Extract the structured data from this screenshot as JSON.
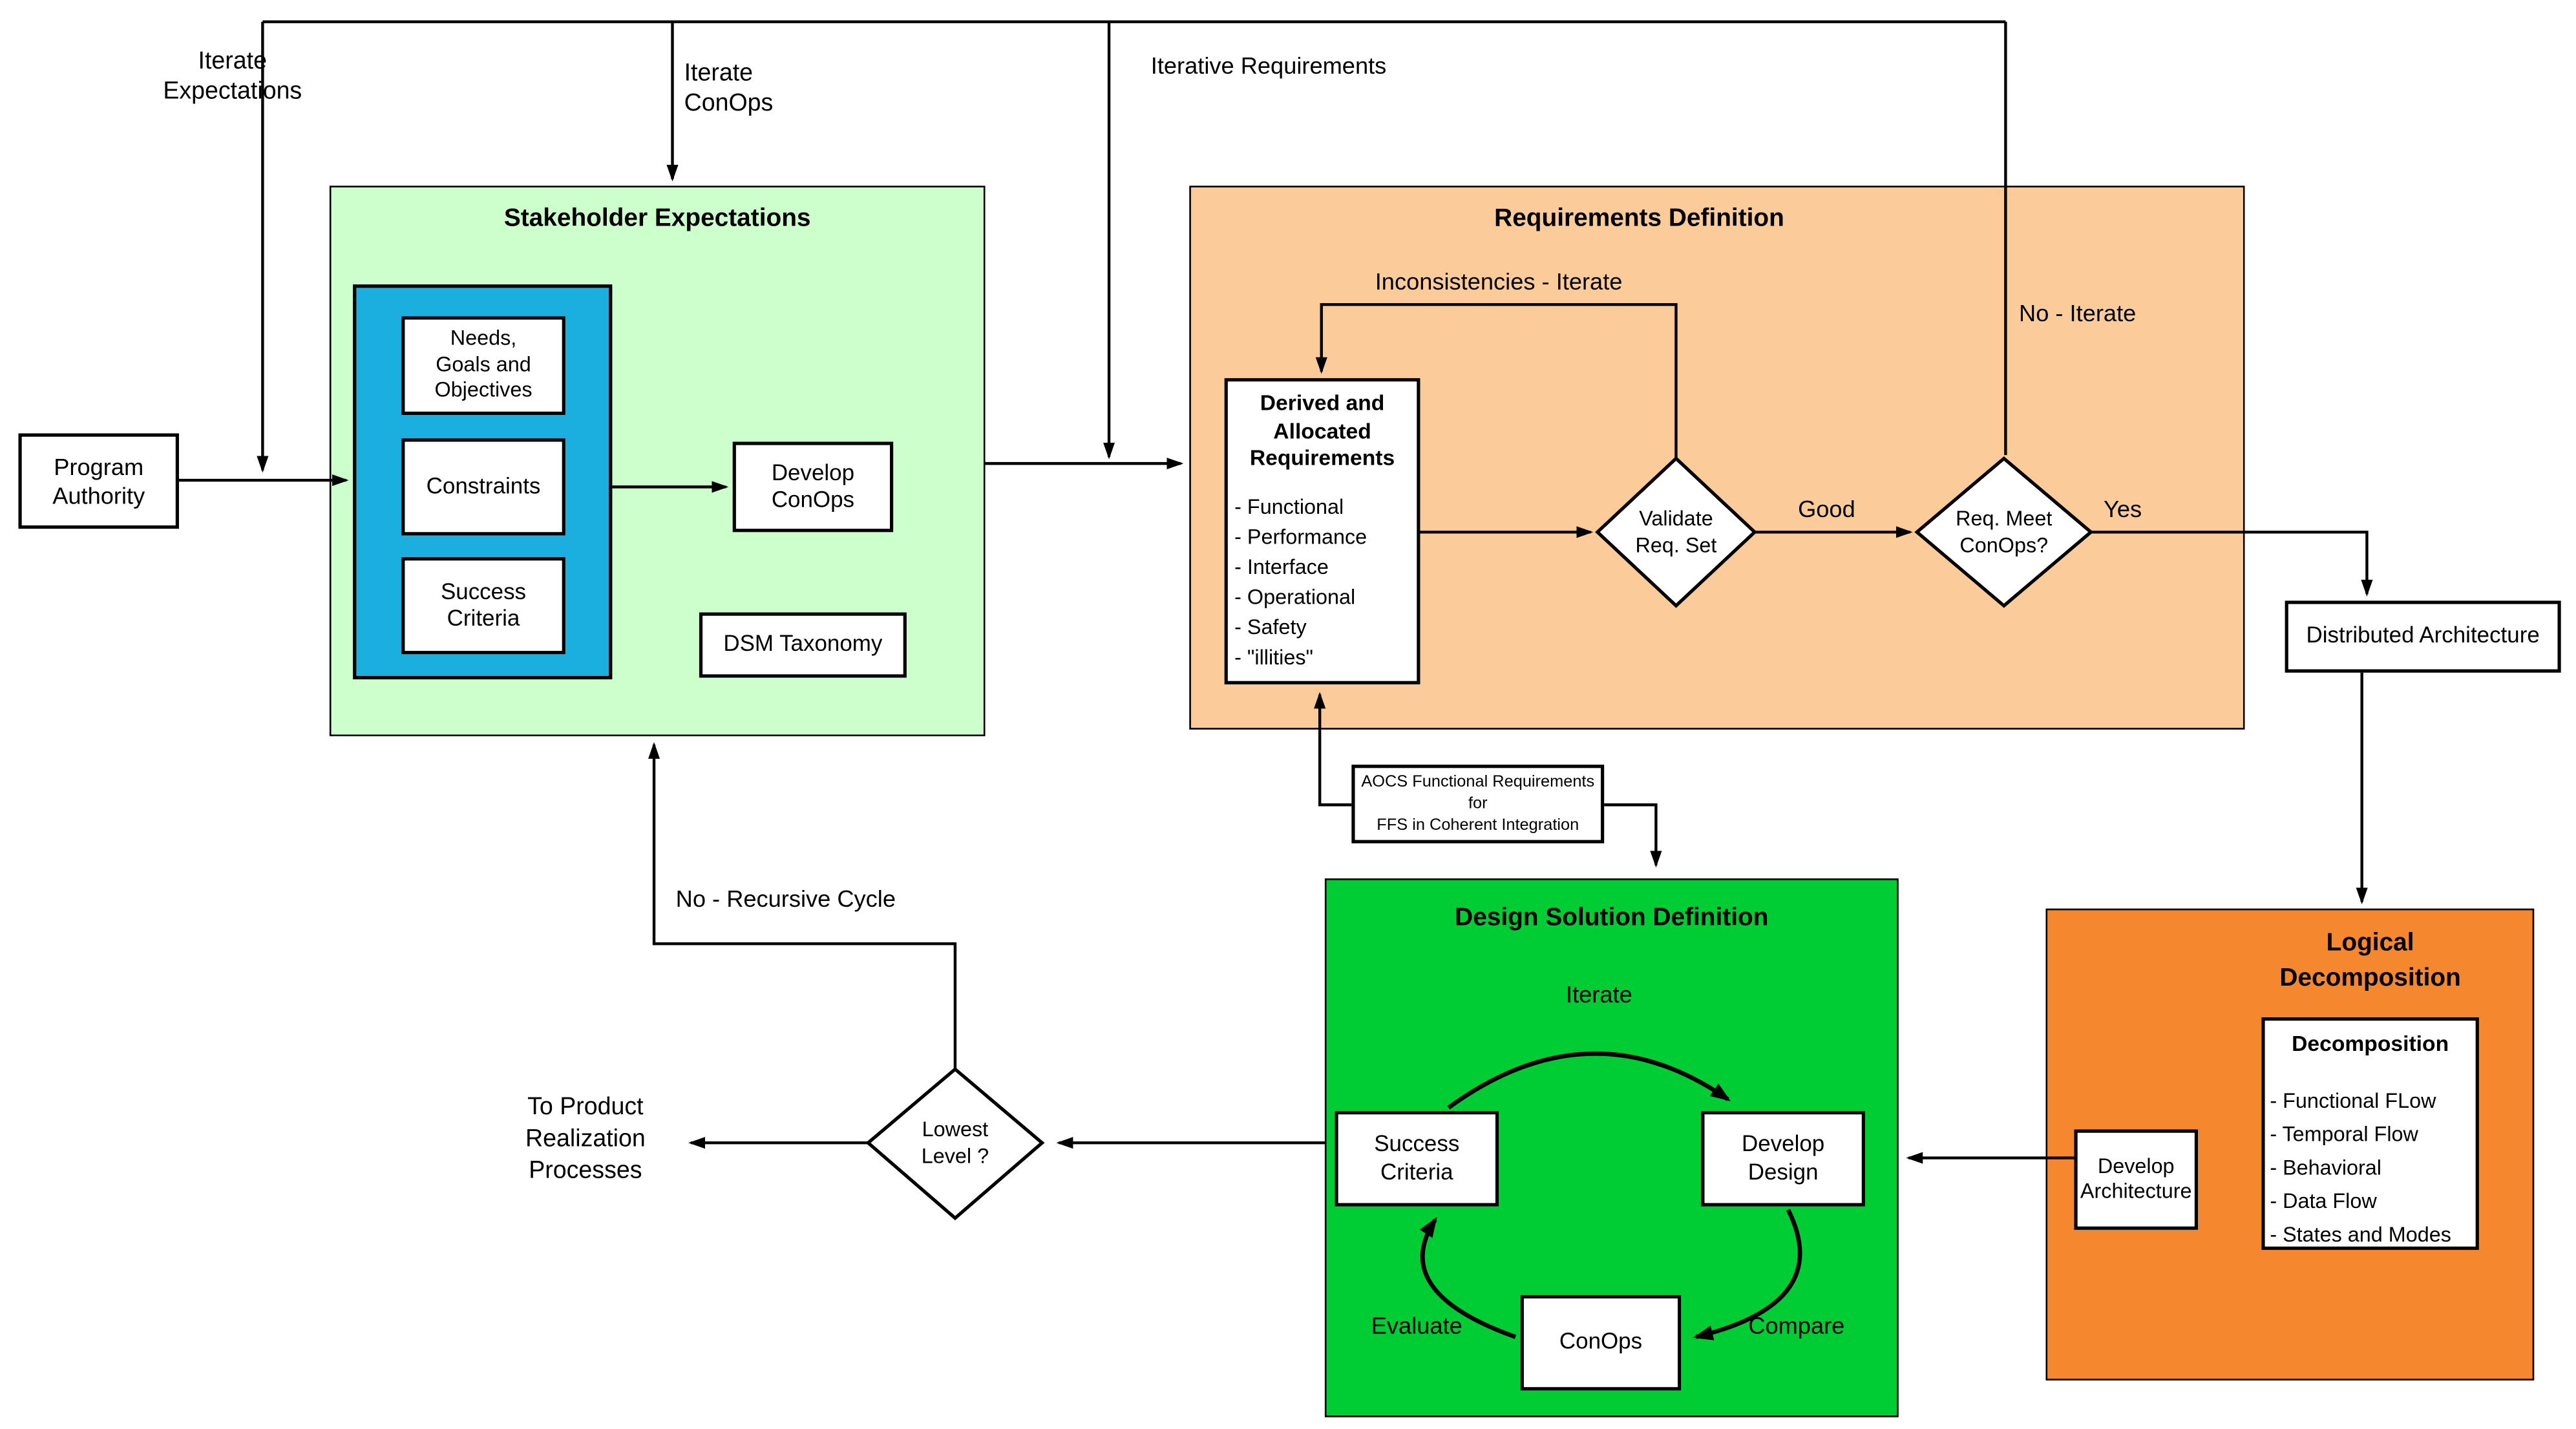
{
  "diagram": {
    "top_labels": {
      "iterate_expectations": {
        "line1": "Iterate",
        "line2": "Expectations"
      },
      "iterate_conops": {
        "line1": "Iterate",
        "line2": "ConOps"
      },
      "iterative_requirements": "Iterative Requirements",
      "no_iterate": "No - Iterate"
    },
    "program_authority": {
      "line1": "Program",
      "line2": "Authority"
    },
    "stakeholder": {
      "title": "Stakeholder Expectations",
      "needs_goals": {
        "line1": "Needs,",
        "line2": "Goals and",
        "line3": "Objectives"
      },
      "constraints": "Constraints",
      "success_criteria": {
        "line1": "Success",
        "line2": "Criteria"
      },
      "develop_conops": {
        "line1": "Develop",
        "line2": "ConOps"
      },
      "dsm_taxonomy": "DSM Taxonomy"
    },
    "requirements": {
      "title": "Requirements Definition",
      "inconsistencies_label": "Inconsistencies - Iterate",
      "derived_box": {
        "heading1": "Derived and",
        "heading2": "Allocated",
        "heading3": "Requirements",
        "items": [
          "- Functional",
          "- Performance",
          "- Interface",
          "- Operational",
          "- Safety",
          "- \"illities\""
        ]
      },
      "validate_diamond": {
        "line1": "Validate",
        "line2": "Req. Set"
      },
      "good_label": "Good",
      "req_meet_diamond": {
        "line1": "Req. Meet",
        "line2": "ConOps?"
      },
      "yes_label": "Yes"
    },
    "distributed_architecture": "Distributed Architecture",
    "logical": {
      "title1": "Logical",
      "title2": "Decomposition",
      "decomposition_box": {
        "heading": "Decomposition",
        "items": [
          "- Functional FLow",
          "- Temporal Flow",
          "- Behavioral",
          "- Data Flow",
          "- States and Modes"
        ]
      },
      "develop_architecture": {
        "line1": "Develop",
        "line2": "Architecture"
      }
    },
    "design": {
      "title": "Design Solution Definition",
      "iterate_label": "Iterate",
      "success_criteria": {
        "line1": "Success",
        "line2": "Criteria"
      },
      "develop_design": {
        "line1": "Develop",
        "line2": "Design"
      },
      "conops": "ConOps",
      "evaluate_label": "Evaluate",
      "compare_label": "Compare"
    },
    "aocs_box": {
      "line1": "AOCS Functional Requirements for",
      "line2": "FFS in Coherent Integration"
    },
    "lowest_diamond": {
      "line1": "Lowest",
      "line2": "Level ?"
    },
    "no_recursive_label": "No - Recursive Cycle",
    "to_product": {
      "line1": "To Product",
      "line2": "Realization",
      "line3": "Processes"
    },
    "colors": {
      "stakeholder_bg": "#ccffcc",
      "requirements_bg": "#fbcb99",
      "design_bg": "#00cc33",
      "logical_bg": "#f5872e",
      "blue_panel": "#1bafe0",
      "box_bg": "#ffffff",
      "line": "#000000"
    }
  }
}
